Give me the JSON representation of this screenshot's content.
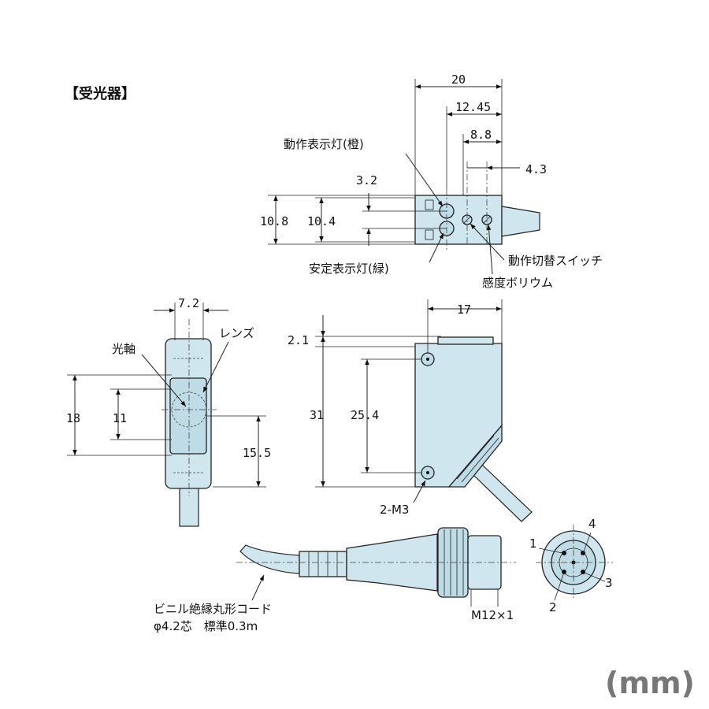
{
  "title": "【受光器】",
  "unit": "(mm)",
  "top_view": {
    "dims": {
      "d20": "20",
      "d12_45": "12.45",
      "d8_8": "8.8",
      "d4_3": "4.3",
      "d3_2": "3.2",
      "d10_8": "10.8",
      "d10_4": "10.4"
    },
    "labels": {
      "operation_indicator": "動作表示灯(橙)",
      "stability_indicator": "安定表示灯(緑)",
      "mode_switch": "動作切替スイッチ",
      "sensitivity_volume": "感度ボリウム"
    }
  },
  "side_view": {
    "dims": {
      "d7_2": "7.2",
      "d18": "18",
      "d11": "11",
      "d15_5": "15.5"
    },
    "labels": {
      "optical_axis": "光軸",
      "lens": "レンズ"
    }
  },
  "front_view": {
    "dims": {
      "d17": "17",
      "d2_1": "2.1",
      "d31": "31",
      "d25_4": "25.4"
    },
    "labels": {
      "mount_holes": "2-M3"
    }
  },
  "cable": {
    "label_line1": "ビニル絶縁丸形コード",
    "label_line2": "φ4.2芯　標準0.3m",
    "connector": "M12×1"
  },
  "connector_pins": {
    "p1": "1",
    "p2": "2",
    "p3": "3",
    "p4": "4"
  },
  "colors": {
    "body_fill": "#cfe6ef",
    "line": "#222222",
    "unit_text": "#777777"
  }
}
